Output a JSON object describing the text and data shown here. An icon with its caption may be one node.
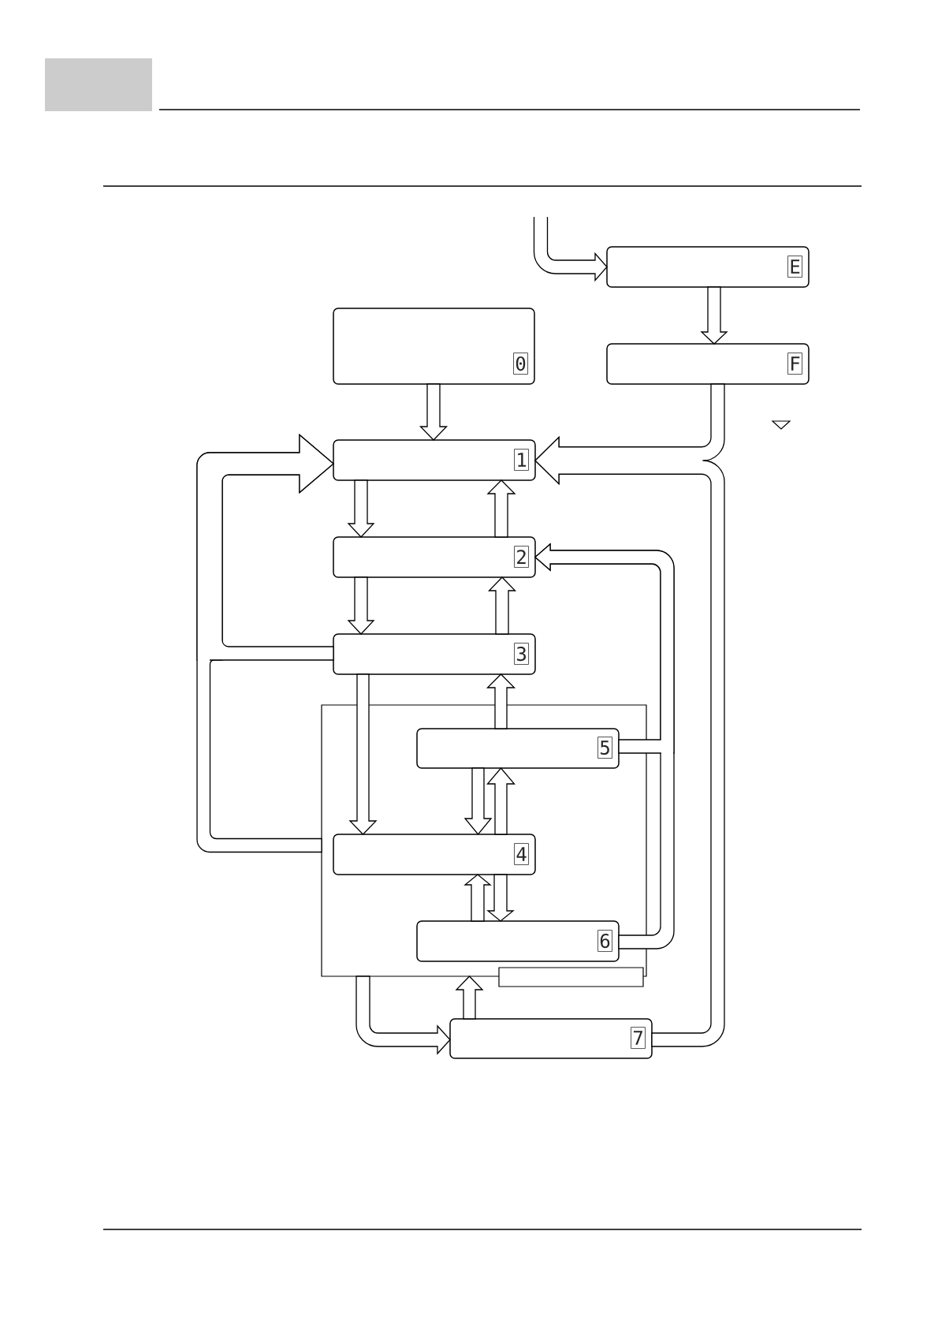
{
  "diagram": {
    "nodes": [
      {
        "text": [
          "E"
        ]
      },
      {
        "text": [
          "0"
        ]
      },
      {
        "text": [
          "F"
        ]
      },
      {
        "text": [
          "1"
        ]
      },
      {
        "text": [
          "2"
        ]
      },
      {
        "text": [
          "3"
        ]
      },
      {
        "text": [],
        "shape": "box"
      },
      {
        "text": [
          "5"
        ],
        "in": 6
      },
      {
        "text": [
          "4"
        ],
        "in": 6
      },
      {
        "text": [
          "6"
        ],
        "in": 6
      },
      {
        "text": [
          "7"
        ]
      }
    ],
    "edges": [
      {
        "from": null,
        "to": 0,
        "arrow": "to"
      },
      {
        "from": 0,
        "to": 2,
        "arrow": "to"
      },
      {
        "from": 1,
        "to": 3,
        "arrow": "to"
      },
      {
        "from": 2,
        "to": 3,
        "arrow": "to"
      },
      {
        "from": 3,
        "to": 4,
        "arrow": "to"
      },
      {
        "from": 4,
        "to": 3,
        "arrow": "to"
      },
      {
        "from": 4,
        "to": 5,
        "arrow": "to"
      },
      {
        "from": 5,
        "to": 4,
        "arrow": "to"
      },
      {
        "from": 5,
        "to": 3,
        "arrow": "to"
      },
      {
        "from": 6,
        "to": 3,
        "arrow": "to"
      },
      {
        "from": 5,
        "to": 8,
        "arrow": "to"
      },
      {
        "from": 7,
        "to": 5,
        "arrow": "to"
      },
      {
        "from": 7,
        "to": 8,
        "arrow": "to"
      },
      {
        "from": 8,
        "to": 7,
        "arrow": "to"
      },
      {
        "from": 9,
        "to": 8,
        "arrow": "to"
      },
      {
        "from": 8,
        "to": 9,
        "arrow": "to"
      },
      {
        "from": 7,
        "to": 4,
        "arrow": "to"
      },
      {
        "from": 9,
        "to": 4,
        "arrow": "to"
      },
      {
        "from": 6,
        "to": 10,
        "arrow": "to"
      },
      {
        "from": 10,
        "to": 6,
        "arrow": "to"
      },
      {
        "from": 10,
        "to": 3,
        "arrow": "to"
      }
    ]
  }
}
